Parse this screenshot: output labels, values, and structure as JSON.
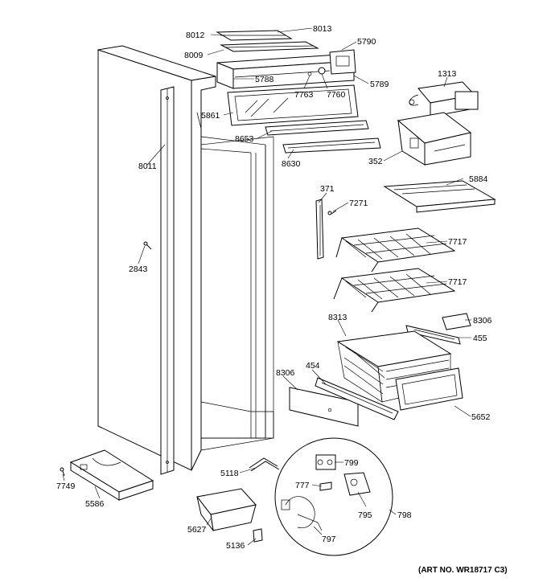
{
  "parts": [
    {
      "id": "8012",
      "label": "8012"
    },
    {
      "id": "8013",
      "label": "8013"
    },
    {
      "id": "5790",
      "label": "5790"
    },
    {
      "id": "8009",
      "label": "8009"
    },
    {
      "id": "5788",
      "label": "5788"
    },
    {
      "id": "5789",
      "label": "5789"
    },
    {
      "id": "7763",
      "label": "7763"
    },
    {
      "id": "7760",
      "label": "7760"
    },
    {
      "id": "1313",
      "label": "1313"
    },
    {
      "id": "5861",
      "label": "5861"
    },
    {
      "id": "8653",
      "label": "8653"
    },
    {
      "id": "8011",
      "label": "8011"
    },
    {
      "id": "8630",
      "label": "8630"
    },
    {
      "id": "352",
      "label": "352"
    },
    {
      "id": "5884",
      "label": "5884"
    },
    {
      "id": "371",
      "label": "371"
    },
    {
      "id": "7271",
      "label": "7271"
    },
    {
      "id": "2843",
      "label": "2843"
    },
    {
      "id": "7717a",
      "label": "7717"
    },
    {
      "id": "7717b",
      "label": "7717"
    },
    {
      "id": "8313",
      "label": "8313"
    },
    {
      "id": "8306a",
      "label": "8306"
    },
    {
      "id": "455",
      "label": "455"
    },
    {
      "id": "8306b",
      "label": "8306"
    },
    {
      "id": "454",
      "label": "454"
    },
    {
      "id": "5652",
      "label": "5652"
    },
    {
      "id": "799",
      "label": "799"
    },
    {
      "id": "5118",
      "label": "5118"
    },
    {
      "id": "7749",
      "label": "7749"
    },
    {
      "id": "777",
      "label": "777"
    },
    {
      "id": "5586",
      "label": "5586"
    },
    {
      "id": "795",
      "label": "795"
    },
    {
      "id": "798",
      "label": "798"
    },
    {
      "id": "5627",
      "label": "5627"
    },
    {
      "id": "797",
      "label": "797"
    },
    {
      "id": "5136",
      "label": "5136"
    }
  ],
  "art_number": "(ART NO. WR18717 C3)"
}
